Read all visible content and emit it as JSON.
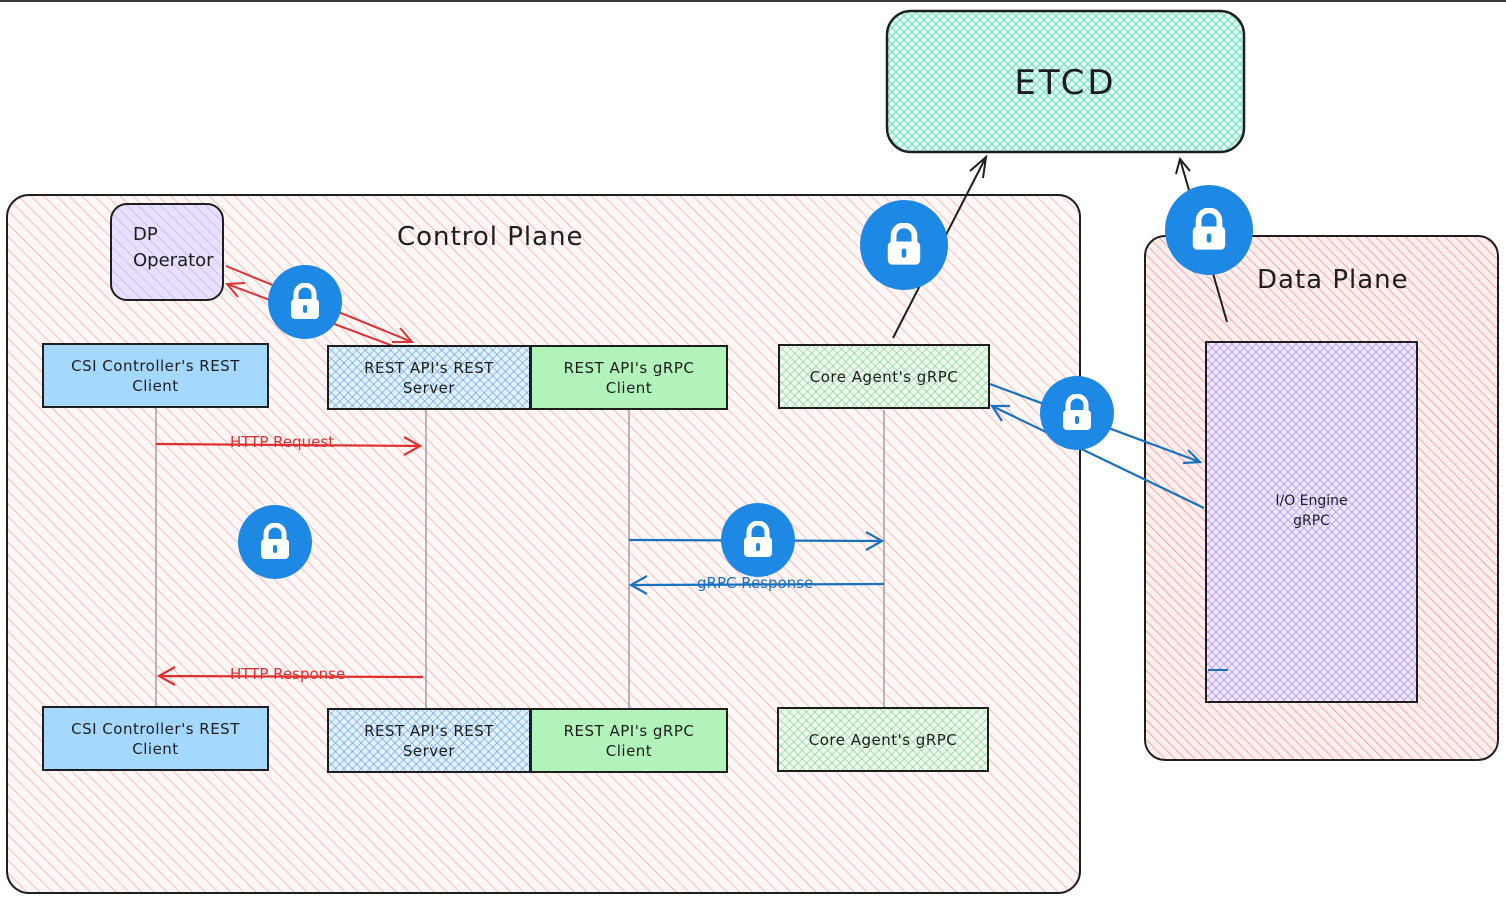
{
  "etcd": {
    "label": "ETCD"
  },
  "control_plane": {
    "title": "Control Plane",
    "dp_operator": "DP\nOperator",
    "top_row": {
      "csi_client": "CSI Controller's REST\nClient",
      "rest_server": "REST API's REST\nServer",
      "grpc_client": "REST API's gRPC\nClient",
      "core_agent": "Core Agent's gRPC"
    },
    "bottom_row": {
      "csi_client": "CSI Controller's REST\nClient",
      "rest_server": "REST API's REST\nServer",
      "grpc_client": "REST API's gRPC\nClient",
      "core_agent": "Core Agent's gRPC"
    },
    "messages": {
      "http_request": "HTTP Request",
      "http_response": "HTTP Response",
      "grpc_response": "gRPC Response"
    }
  },
  "data_plane": {
    "title": "Data Plane",
    "io_engine": "I/O Engine\ngRPC"
  },
  "icons": [
    "lock-icon"
  ],
  "colors": {
    "request_arrow": "#e03131",
    "grpc_arrow": "#1971c2",
    "lock_badge": "#1e88e5",
    "csi_box": "#a5d8ff",
    "grpc_box": "#b2f2bb",
    "etcd_fill": "#c3fae8",
    "plane_hatch": "#ffc9c9",
    "dp_operator_fill": "#e5dbff",
    "io_engine_fill": "#d0bfff"
  }
}
